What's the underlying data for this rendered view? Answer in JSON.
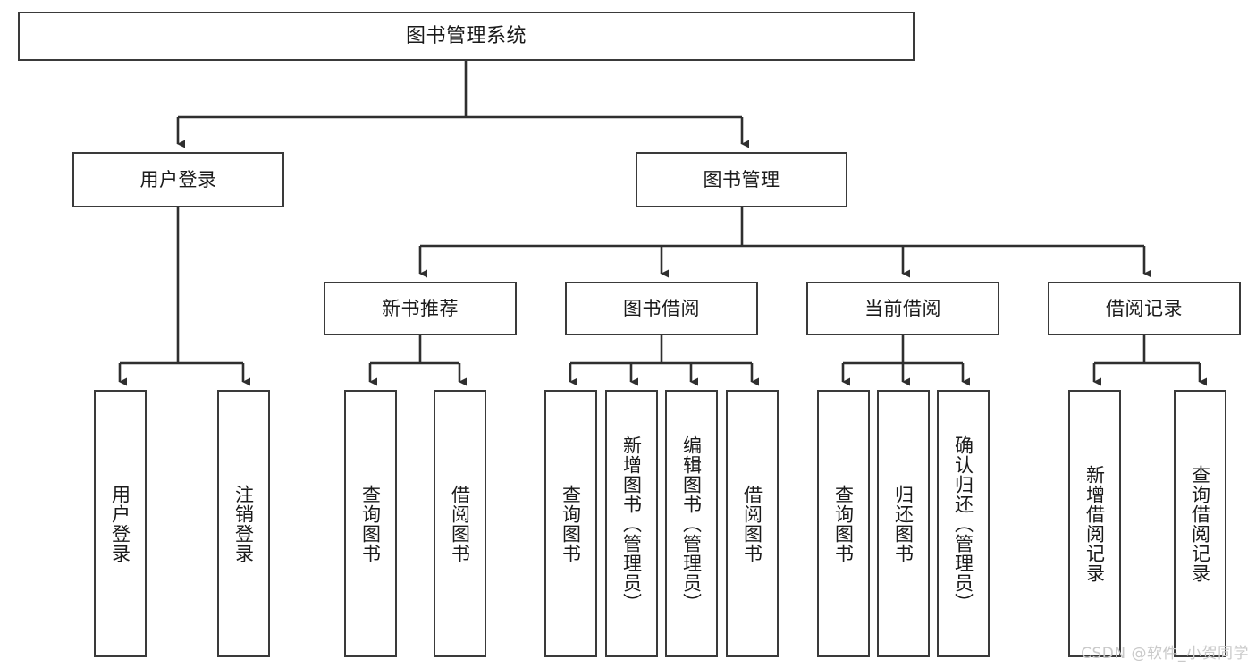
{
  "diagram": {
    "type": "tree-hierarchy",
    "title": "图书管理系统",
    "watermark": "CSDN @软件_小贺同学",
    "colors": {
      "node_border": "#3a3a3a",
      "node_fill": "#ffffff",
      "connector": "#2f2f2f",
      "text": "#1a1a1a",
      "watermark": "#c9c9c9"
    },
    "nodes": {
      "root": {
        "label": "图书管理系统"
      },
      "level2": [
        {
          "label": "用户登录"
        },
        {
          "label": "图书管理"
        }
      ],
      "level3": [
        {
          "label": "新书推荐"
        },
        {
          "label": "图书借阅"
        },
        {
          "label": "当前借阅"
        },
        {
          "label": "借阅记录"
        }
      ],
      "leaves": [
        {
          "label": "用户登录"
        },
        {
          "label": "注销登录"
        },
        {
          "label": "查询图书"
        },
        {
          "label": "借阅图书"
        },
        {
          "label": "查询图书"
        },
        {
          "label": "新增图书（管理员）"
        },
        {
          "label": "编辑图书（管理员）"
        },
        {
          "label": "借阅图书"
        },
        {
          "label": "查询图书"
        },
        {
          "label": "归还图书"
        },
        {
          "label": "确认归还（管理员）"
        },
        {
          "label": "新增借阅记录"
        },
        {
          "label": "查询借阅记录"
        }
      ]
    }
  }
}
